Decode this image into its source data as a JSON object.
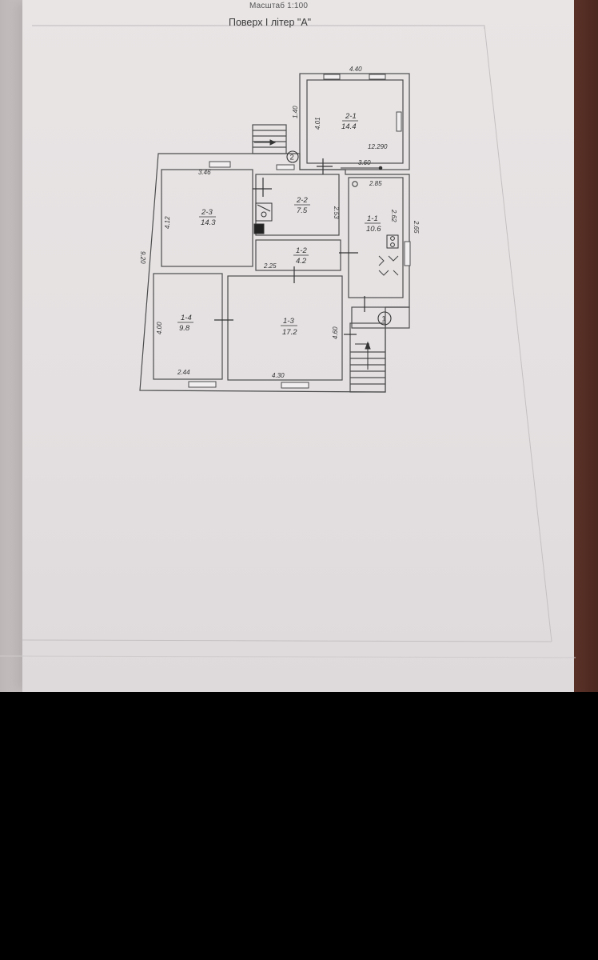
{
  "header": {
    "scale": "Масштаб 1:100",
    "title": "Поверх І літер \"А\""
  },
  "rooms": {
    "r2_1": {
      "id": "2-1",
      "area": "14.4"
    },
    "r2_2": {
      "id": "2-2",
      "area": "7.5"
    },
    "r2_3": {
      "id": "2-3",
      "area": "14.3"
    },
    "r1_1": {
      "id": "1-1",
      "area": "10.6"
    },
    "r1_2": {
      "id": "1-2",
      "area": "4.2"
    },
    "r1_3": {
      "id": "1-3",
      "area": "17.2"
    },
    "r1_4": {
      "id": "1-4",
      "area": "9.8"
    }
  },
  "dimensions": {
    "d_440_top": "4.40",
    "d_140": "1.40",
    "d_401": "4.01",
    "d_290": "12.290",
    "d_360": "3.60",
    "d_346": "3.46",
    "d_412": "4.12",
    "d_285": "2.85",
    "d_253": "2.53",
    "d_265": "2.65",
    "d_262": "2.62",
    "d_225": "2.25",
    "d_920": "9.20",
    "d_400": "4.00",
    "d_460": "4.60",
    "d_244": "2.44",
    "d_430": "4.30"
  },
  "markers": {
    "entrance_1": "1",
    "entrance_2": "2"
  }
}
